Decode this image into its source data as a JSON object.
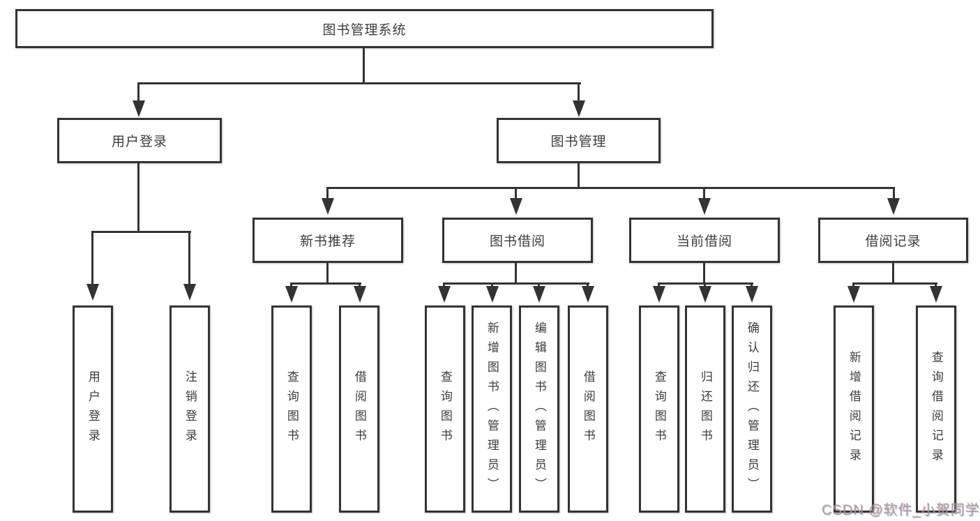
{
  "diagram": {
    "tree": {
      "label": "图书管理系统",
      "children": [
        {
          "label": "用户登录",
          "children": [
            {
              "label": "用户登录"
            },
            {
              "label": "注销登录"
            }
          ]
        },
        {
          "label": "图书管理",
          "children": [
            {
              "label": "新书推荐",
              "children": [
                {
                  "label": "查询图书"
                },
                {
                  "label": "借阅图书"
                }
              ]
            },
            {
              "label": "图书借阅",
              "children": [
                {
                  "label": "查询图书"
                },
                {
                  "label": "新增图书（管理员）"
                },
                {
                  "label": "编辑图书（管理员）"
                },
                {
                  "label": "借阅图书"
                }
              ]
            },
            {
              "label": "当前借阅",
              "children": [
                {
                  "label": "查询图书"
                },
                {
                  "label": "归还图书"
                },
                {
                  "label": "确认归还（管理员）"
                }
              ]
            },
            {
              "label": "借阅记录",
              "children": [
                {
                  "label": "新增借阅记录"
                },
                {
                  "label": "查询借阅记录"
                }
              ]
            }
          ]
        }
      ]
    },
    "watermark": "CSDN @软件_小贺同学",
    "colors": {
      "line": "#333333",
      "text": "#3c3c3c",
      "background": "#ffffff",
      "watermark": "#9a9a9a"
    }
  }
}
